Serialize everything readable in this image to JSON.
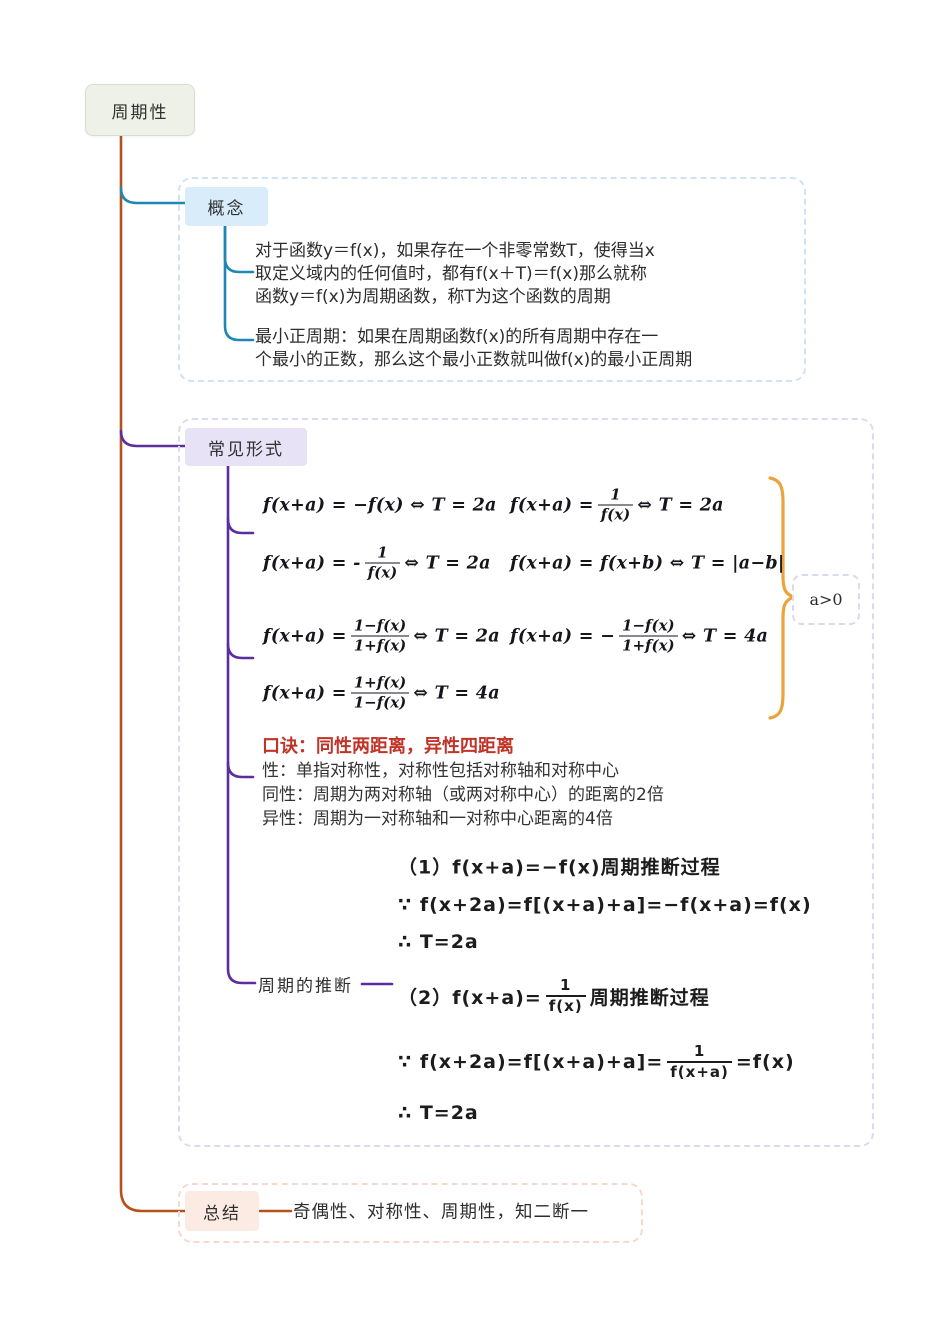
{
  "root": {
    "label": "周期性"
  },
  "colors": {
    "spine": "#b5521c",
    "concept_branch": "#1f87b5",
    "forms_branch": "#5c2d9e",
    "brace": "#e9a43c",
    "mnemonic_red": "#c03428",
    "root_bg": "#edf1e8",
    "concept_bg": "#d8ecfa",
    "forms_bg": "#e7e2f6",
    "summary_bg": "#fcebe3"
  },
  "concept": {
    "label": "概念",
    "paragraphs": [
      {
        "lines": [
          "对于函数y＝f(x)，如果存在一个非零常数T，使得当x",
          "取定义域内的任何值时，都有f(x＋T)＝f(x)那么就称",
          "函数y＝f(x)为周期函数，称T为这个函数的周期"
        ]
      },
      {
        "lines": [
          "最小正周期：如果在周期函数f(x)的所有周期中存在一",
          "个最小的正数，那么这个最小正数就叫做f(x)的最小正周期"
        ]
      }
    ]
  },
  "forms": {
    "label": "常见形式",
    "condition": "a>0",
    "formulas": {
      "f1": [
        {
          "t": "txt",
          "v": "f(x+a) = −f(x) ⇔ T = 2a"
        }
      ],
      "f2": [
        {
          "t": "txt",
          "v": "f(x+a) ="
        },
        {
          "t": "frac",
          "num": "1",
          "den": "f(x)"
        },
        {
          "t": "txt",
          "v": "⇔ T = 2a"
        }
      ],
      "f3": [
        {
          "t": "txt",
          "v": "f(x+a) = -"
        },
        {
          "t": "frac",
          "num": "1",
          "den": "f(x)"
        },
        {
          "t": "txt",
          "v": "⇔ T = 2a"
        }
      ],
      "f4": [
        {
          "t": "txt",
          "v": "f(x+a) = f(x+b) ⇔ T = |a−b|"
        }
      ],
      "f5": [
        {
          "t": "txt",
          "v": "f(x+a) ="
        },
        {
          "t": "frac",
          "num": "1−f(x)",
          "den": "1+f(x)"
        },
        {
          "t": "txt",
          "v": "⇔ T = 2a"
        }
      ],
      "f6": [
        {
          "t": "txt",
          "v": "f(x+a) = −"
        },
        {
          "t": "frac",
          "num": "1−f(x)",
          "den": "1+f(x)"
        },
        {
          "t": "txt",
          "v": "⇔ T = 4a"
        }
      ],
      "f7": [
        {
          "t": "txt",
          "v": "f(x+a) ="
        },
        {
          "t": "frac",
          "num": "1+f(x)",
          "den": "1−f(x)"
        },
        {
          "t": "txt",
          "v": "⇔ T = 4a"
        }
      ]
    },
    "mnemonic": {
      "title": "口诀：同性两距离，异性四距离",
      "lines": [
        "性：单指对称性，对称性包括对称轴和对称中心",
        "同性：周期为两对称轴（或两对称中心）的距离的2倍",
        "异性：周期为一对称轴和一对称中心距离的4倍"
      ]
    },
    "deduction": {
      "label": "周期的推断",
      "lines": {
        "d1": [
          {
            "t": "txt",
            "v": "（1）f(x+a)=−f(x)周期推断过程"
          }
        ],
        "d2": [
          {
            "t": "txt",
            "v": "∵ f(x+2a)=f[(x+a)+a]=−f(x+a)=f(x)"
          }
        ],
        "d3": [
          {
            "t": "txt",
            "v": "∴ T=2a"
          }
        ],
        "d4": [
          {
            "t": "txt",
            "v": "（2）f(x+a)="
          },
          {
            "t": "frac",
            "num": "1",
            "den": "f(x)"
          },
          {
            "t": "txt",
            "v": "周期推断过程"
          }
        ],
        "d5": [
          {
            "t": "txt",
            "v": "∵ f(x+2a)=f[(x+a)+a]="
          },
          {
            "t": "frac",
            "num": "1",
            "den": "f(x+a)"
          },
          {
            "t": "txt",
            "v": "=f(x)"
          }
        ],
        "d6": [
          {
            "t": "txt",
            "v": "∴ T=2a"
          }
        ]
      }
    }
  },
  "summary": {
    "label": "总结",
    "text": "奇偶性、对称性、周期性，知二断一"
  }
}
